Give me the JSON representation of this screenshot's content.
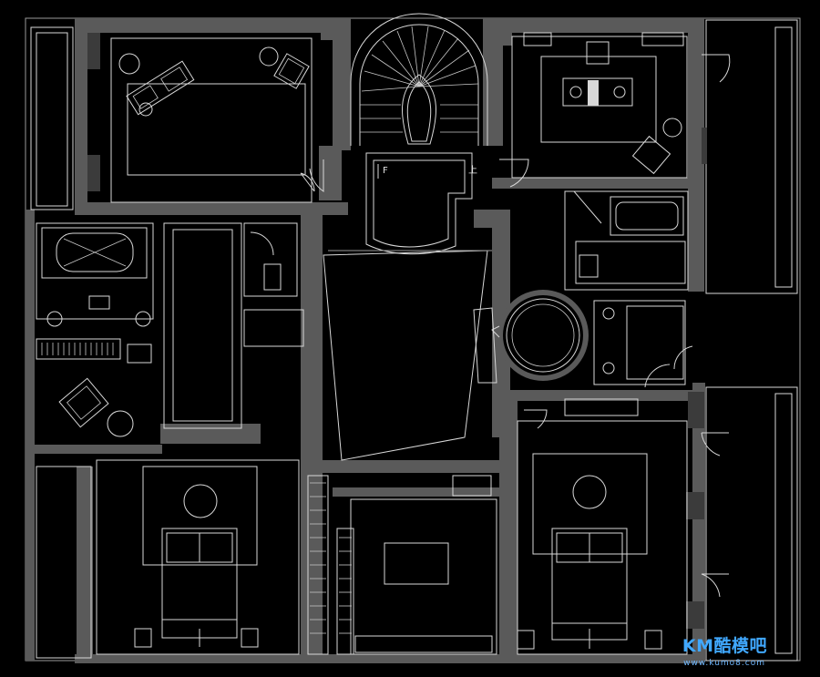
{
  "drawing": {
    "stair_down_label": "F",
    "stair_up_label": "上"
  },
  "watermark": {
    "brand": "KM酷模吧",
    "url": "www.kumo8.com"
  },
  "colors": {
    "background": "#000000",
    "wall": "#5a5a5a",
    "linework": "#d8d8d8",
    "watermark": "#40a8ff"
  }
}
